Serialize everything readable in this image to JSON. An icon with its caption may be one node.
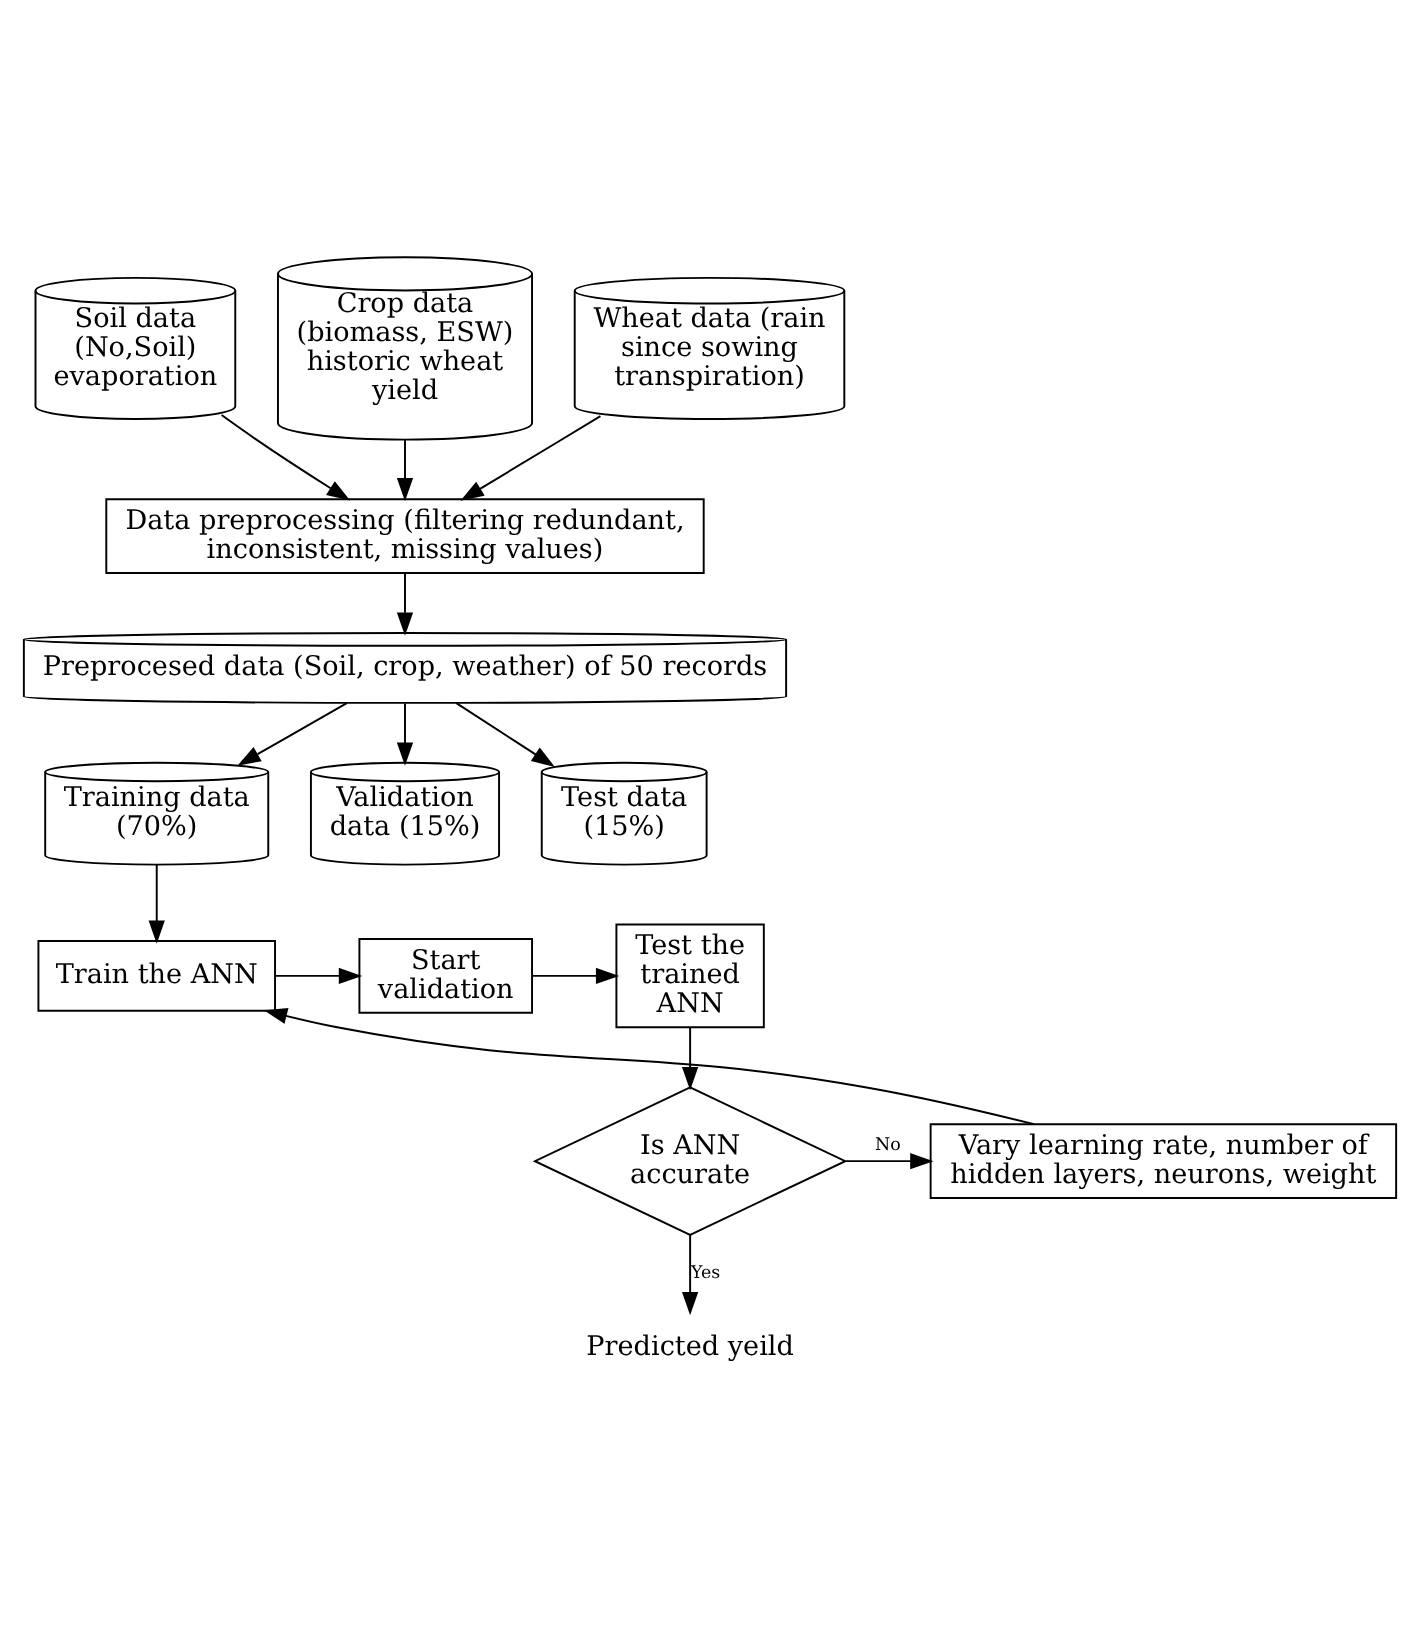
{
  "diagram": {
    "nodes": [
      {
        "text": [
          "Soil data (No,Soil) evaporation"
        ]
      },
      {
        "text": [
          "Crop data (biomass, ESW) historic wheat yield"
        ]
      },
      {
        "text": [
          "Wheat data (rain since sowing transpiration)"
        ]
      },
      {
        "text": [
          "Data preprocessing (filtering redundant, inconsistent, missing values)"
        ]
      },
      {
        "text": [
          "Preprocesed data (Soil, crop, weather) of 50 records"
        ]
      },
      {
        "text": [
          "Training data (70%)"
        ]
      },
      {
        "text": [
          "Validation data (15%)"
        ]
      },
      {
        "text": [
          "Test data (15%)"
        ]
      },
      {
        "text": [
          "Train the ANN"
        ]
      },
      {
        "text": [
          "Start validation"
        ]
      },
      {
        "text": [
          "Test the trained ANN"
        ]
      },
      {
        "text": [
          "Is ANN accurate"
        ]
      },
      {
        "text": [
          "Vary learning rate, number of hidden layers, neurons, weight"
        ]
      },
      {
        "text": [
          "Predicted yeild"
        ]
      }
    ],
    "edges": [
      {
        "from": 0,
        "to": 3,
        "arrow": "to"
      },
      {
        "from": 1,
        "to": 3,
        "arrow": "to"
      },
      {
        "from": 2,
        "to": 3,
        "arrow": "to"
      },
      {
        "from": 3,
        "to": 4,
        "arrow": "to"
      },
      {
        "from": 4,
        "to": 5,
        "arrow": "to"
      },
      {
        "from": 4,
        "to": 6,
        "arrow": "to"
      },
      {
        "from": 4,
        "to": 7,
        "arrow": "to"
      },
      {
        "from": 5,
        "to": 8,
        "arrow": "to"
      },
      {
        "from": 8,
        "to": 9,
        "arrow": "to"
      },
      {
        "from": 9,
        "to": 10,
        "arrow": "to"
      },
      {
        "from": 10,
        "to": 11,
        "arrow": "to"
      },
      {
        "from": 11,
        "to": 12,
        "label": "No",
        "arrow": "to"
      },
      {
        "from": 12,
        "to": 8,
        "arrow": "to"
      },
      {
        "from": 11,
        "to": 13,
        "label": "Yes",
        "arrow": "to"
      }
    ]
  }
}
